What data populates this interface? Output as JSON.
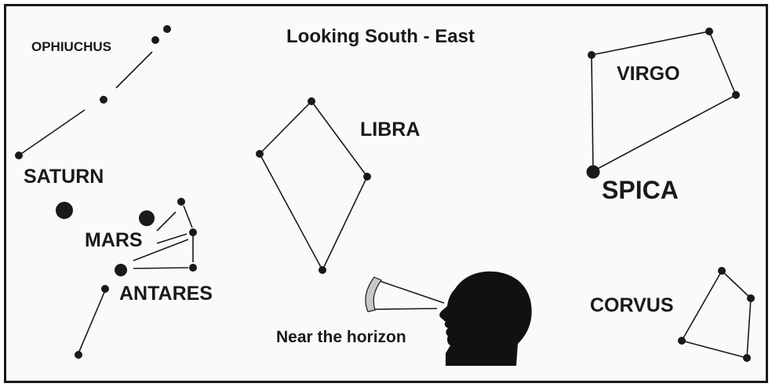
{
  "title": "Looking South - East",
  "caption": "Near the horizon",
  "labels": {
    "ophiuchus": "OPHIUCHUS",
    "saturn": "SATURN",
    "mars": "MARS",
    "antares": "ANTARES",
    "libra": "LIBRA",
    "virgo": "VIRGO",
    "spica": "SPICA",
    "corvus": "CORVUS"
  },
  "colors": {
    "ink": "#1a1a1a",
    "background": "#fafafa",
    "border": "#1a1a1a",
    "gaze_arc": "#c8c8c8"
  },
  "icons": [
    "observer-head-icon",
    "gaze-arc-icon"
  ]
}
